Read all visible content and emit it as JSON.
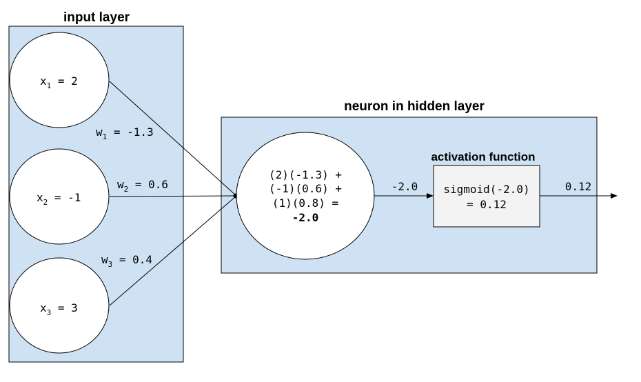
{
  "input_layer": {
    "title": "input layer",
    "inputs": [
      {
        "var": "x",
        "sub": "1",
        "eq": " = 2"
      },
      {
        "var": "x",
        "sub": "2",
        "eq": " = -1"
      },
      {
        "var": "x",
        "sub": "3",
        "eq": " = 3"
      }
    ]
  },
  "weights": [
    {
      "var": "w",
      "sub": "1",
      "eq": " = -1.3"
    },
    {
      "var": "w",
      "sub": "2",
      "eq": " = 0.6"
    },
    {
      "var": "w",
      "sub": "3",
      "eq": " = 0.4"
    }
  ],
  "hidden": {
    "title": "neuron in hidden layer",
    "line1": "(2)(-1.3) +",
    "line2": "(-1)(0.6) +",
    "line3": "(1)(0.8) =",
    "result": "-2.0"
  },
  "activation": {
    "title": "activation function",
    "line1": "sigmoid(-2.0)",
    "line2": "= 0.12"
  },
  "sum_label": "-2.0",
  "output_label": "0.12",
  "colors": {
    "panel": "#cfe2f3",
    "activation_box": "#f3f3f3"
  }
}
